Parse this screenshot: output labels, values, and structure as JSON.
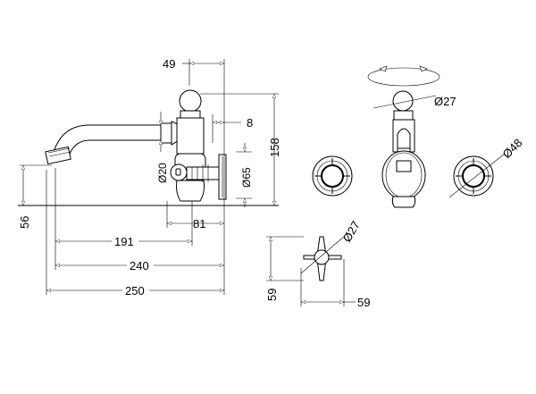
{
  "drawing": {
    "side_view": {
      "dim_spindle_offset": "49",
      "dim_height": "158",
      "dim_wall_gap": "8",
      "dim_flange_diameter": "Ø65",
      "dim_spout_diameter": "Ø20",
      "dim_outlet_height": "56",
      "dim_body_projection": "81",
      "dim_reach_191": "191",
      "dim_reach_240": "240",
      "dim_overall_250": "250"
    },
    "front_view": {
      "dim_knob_diameter": "Ø27",
      "dim_handle_diameter": "Ø48"
    },
    "handle_detail": {
      "dim_handle_diameter": "Ø27",
      "dim_height": "59",
      "dim_width": "59"
    }
  }
}
